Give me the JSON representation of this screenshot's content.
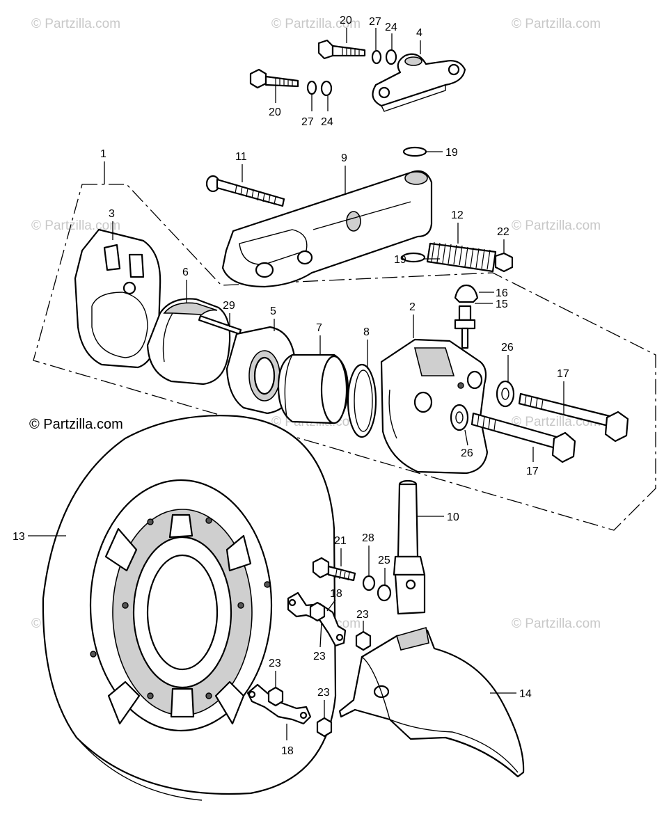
{
  "copyright": "© Partzilla.com",
  "watermark": "© Partzilla.com",
  "callouts": {
    "c1": "1",
    "c2": "2",
    "c3": "3",
    "c4": "4",
    "c5": "5",
    "c6": "6",
    "c7": "7",
    "c8": "8",
    "c9": "9",
    "c10": "10",
    "c11": "11",
    "c12": "12",
    "c13": "13",
    "c14": "14",
    "c15": "15",
    "c16": "16",
    "c17a": "17",
    "c17b": "17",
    "c18a": "18",
    "c18b": "18",
    "c19a": "19",
    "c19b": "19",
    "c20a": "20",
    "c20b": "20",
    "c21": "21",
    "c22": "22",
    "c23a": "23",
    "c23b": "23",
    "c23c": "23",
    "c23d": "23",
    "c24a": "24",
    "c24b": "24",
    "c25": "25",
    "c26a": "26",
    "c26b": "26",
    "c27a": "27",
    "c27b": "27",
    "c28": "28",
    "c29": "29"
  }
}
